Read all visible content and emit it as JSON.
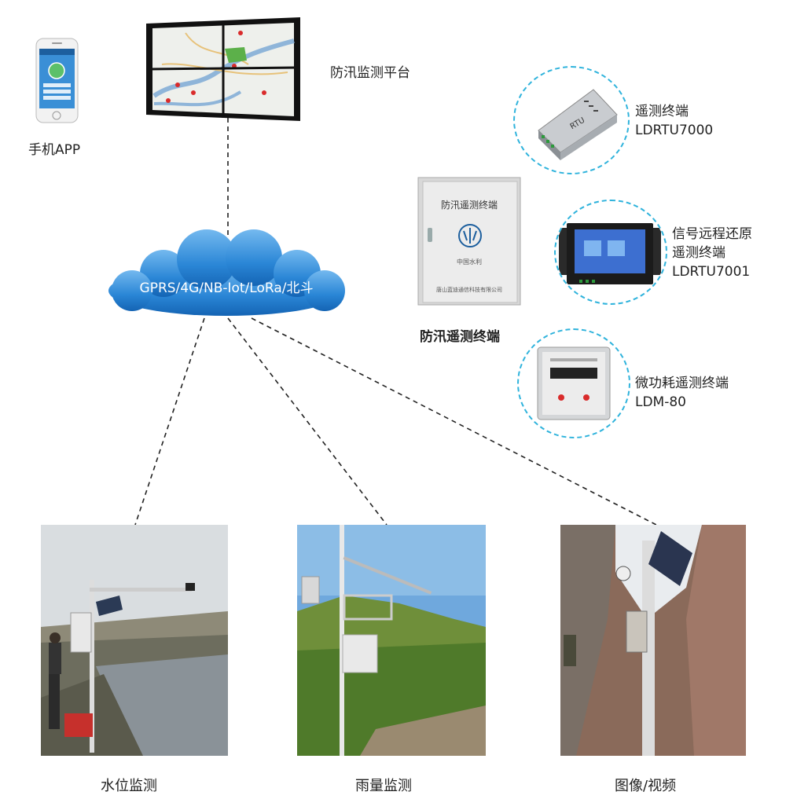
{
  "cloud_label": "GPRS/4G/NB-Iot/LoRa/北斗",
  "phone": {
    "label": "手机APP"
  },
  "platform": {
    "label": "防汛监测平台"
  },
  "cabinet": {
    "caption": "防汛遥测终端",
    "panel_title": "防汛遥测终端",
    "panel_brand": "中国水利",
    "panel_maker": "唐山蓝迪通信科技有限公司"
  },
  "devices": [
    {
      "line1": "遥测终端",
      "line2": "LDRTU7000",
      "badge": "RTU"
    },
    {
      "line1": "信号远程还原",
      "line2": "遥测终端",
      "line3": "LDRTU7001"
    },
    {
      "line1": "微功耗遥测终端",
      "line2": "LDM-80"
    }
  ],
  "stations": [
    {
      "label": "水位监测"
    },
    {
      "label": "雨量监测"
    },
    {
      "label": "图像/视频"
    }
  ],
  "colors": {
    "cloud": "#1e78c8",
    "circle_border": "#2fb3dc",
    "dash": "#222222"
  }
}
